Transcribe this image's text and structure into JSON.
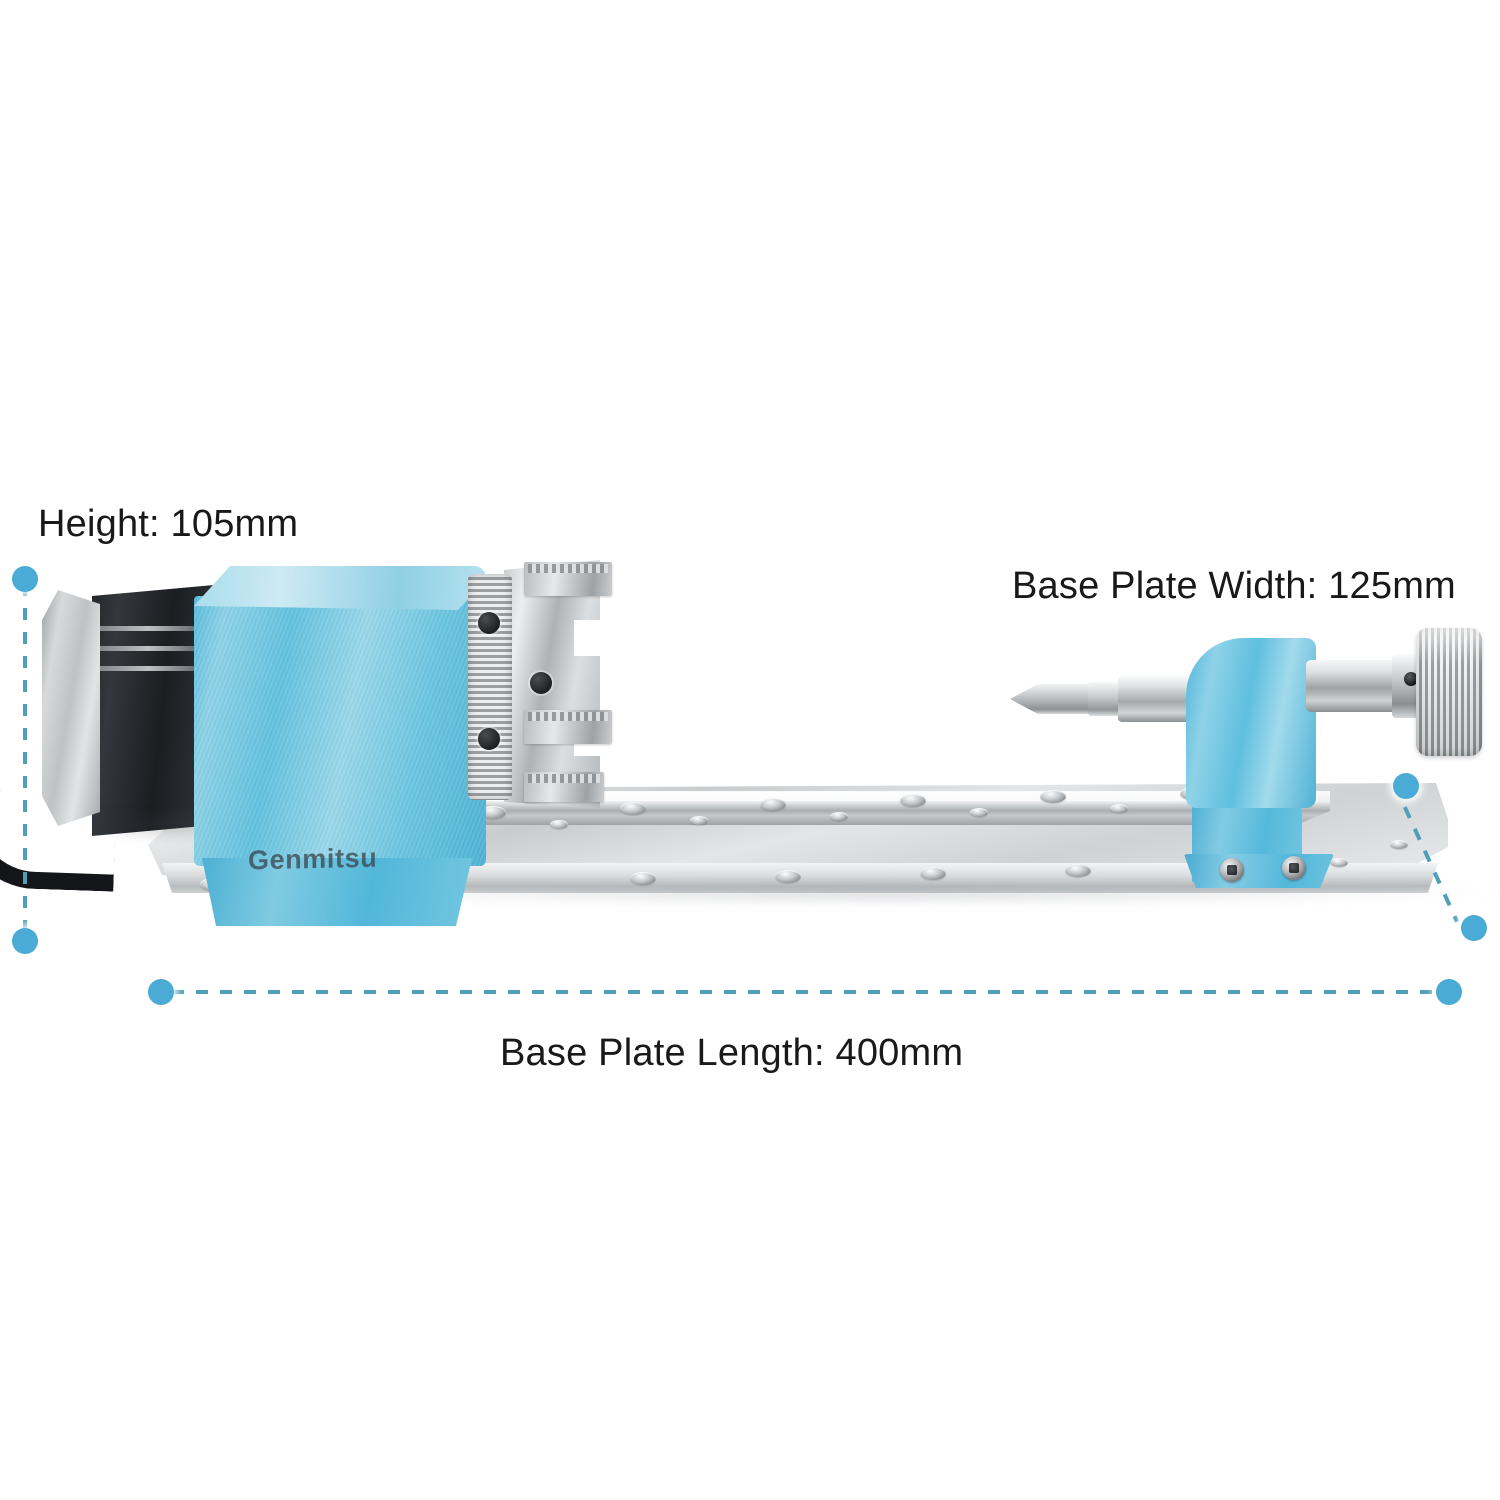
{
  "image": {
    "background_color": "#ffffff",
    "subject": "Genmitsu CNC rotary axis with 3-jaw chuck and tailstock on aluminium base plate",
    "brand": "Genmitsu"
  },
  "annotations": {
    "accent_color": "#4aabd6",
    "line_color": "#4e9fba",
    "text_color": "#191919",
    "height": {
      "label": "Height: 105mm",
      "orientation": "vertical-left"
    },
    "width": {
      "label": "Base Plate Width: 125mm",
      "orientation": "diagonal-right"
    },
    "length": {
      "label": "Base Plate Length: 400mm",
      "orientation": "horizontal-bottom"
    }
  },
  "product": {
    "motor": {
      "name": "stepper-motor",
      "body_color": "#1d1f23",
      "cap_color": "#c2c5c7"
    },
    "housing": {
      "name": "rotary-housing",
      "color": "#6cc6e1",
      "brand_text": "Genmitsu"
    },
    "chuck": {
      "name": "three-jaw-chuck",
      "color": "#c6c9cb",
      "jaw_count": 3
    },
    "base_plate": {
      "name": "aluminium-base-plate",
      "color": "#d9dbdc",
      "slot": "center-t-slot"
    },
    "tailstock": {
      "name": "tailstock",
      "color": "#5ebfdf",
      "handwheel": "knurled-handwheel",
      "center": "live-center-point"
    }
  }
}
